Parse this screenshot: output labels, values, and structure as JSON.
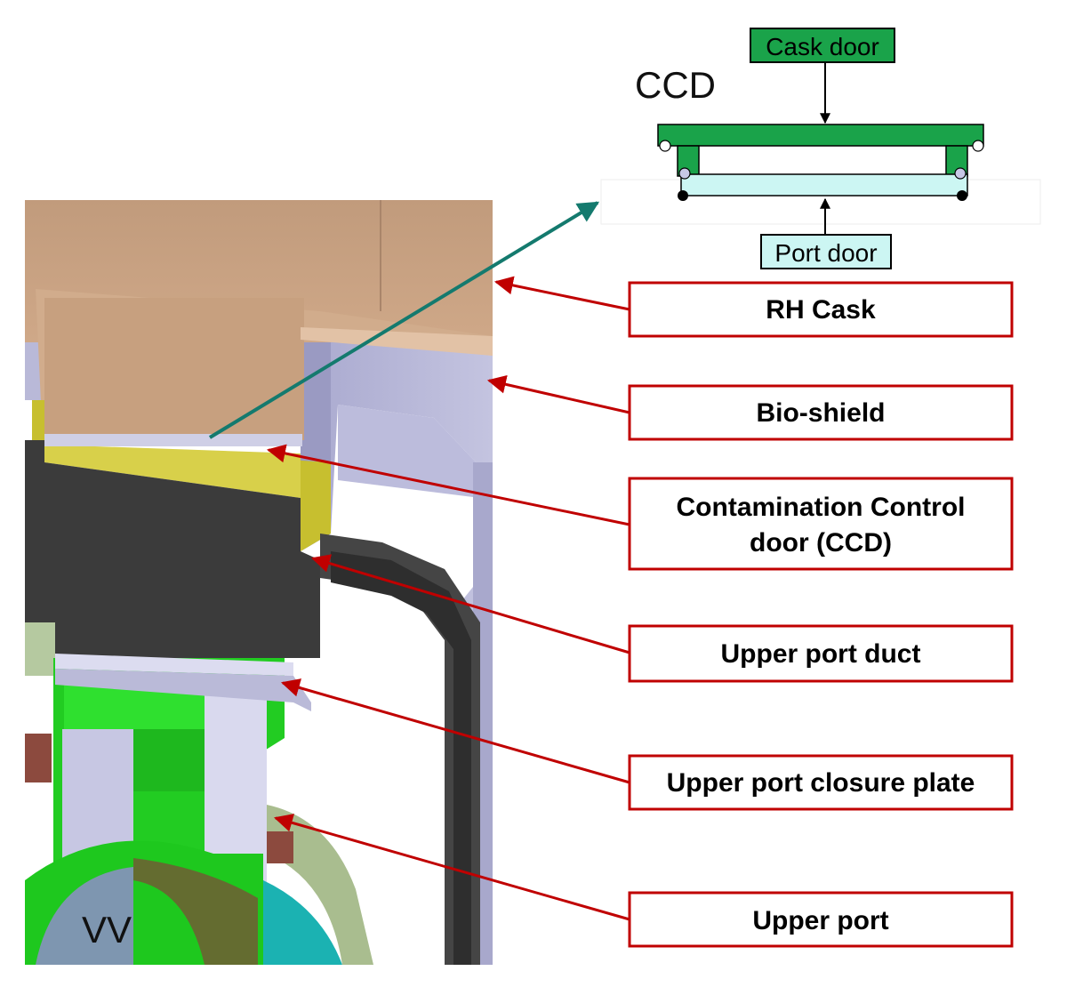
{
  "inset": {
    "title": "CCD",
    "cask_door_label": "Cask door",
    "port_door_label": "Port door",
    "colors": {
      "cask_door": "#1aa34a",
      "port_door": "#ccf6f3"
    }
  },
  "model": {
    "vv_label": "VV",
    "colors": {
      "cask": "#c9a283",
      "bio_shield": "#b5b5d6",
      "ccd_yellow": "#c9c23a",
      "duct": "#3a3a3a",
      "port_green": "#22cc22",
      "closure_plate": "#c8c8e6"
    }
  },
  "callouts": [
    {
      "id": "rh-cask",
      "lines": [
        "RH Cask"
      ]
    },
    {
      "id": "bio-shield",
      "lines": [
        "Bio-shield"
      ]
    },
    {
      "id": "ccd",
      "lines": [
        "Contamination Control",
        "door (CCD)"
      ]
    },
    {
      "id": "upper-port-duct",
      "lines": [
        "Upper port duct"
      ]
    },
    {
      "id": "upper-port-closure-plate",
      "lines": [
        "Upper port closure plate"
      ]
    },
    {
      "id": "upper-port",
      "lines": [
        "Upper port"
      ]
    }
  ],
  "colors": {
    "callout_border": "#c00000",
    "callout_arrow": "#c00000",
    "ccd_pointer": "#147a6e"
  }
}
